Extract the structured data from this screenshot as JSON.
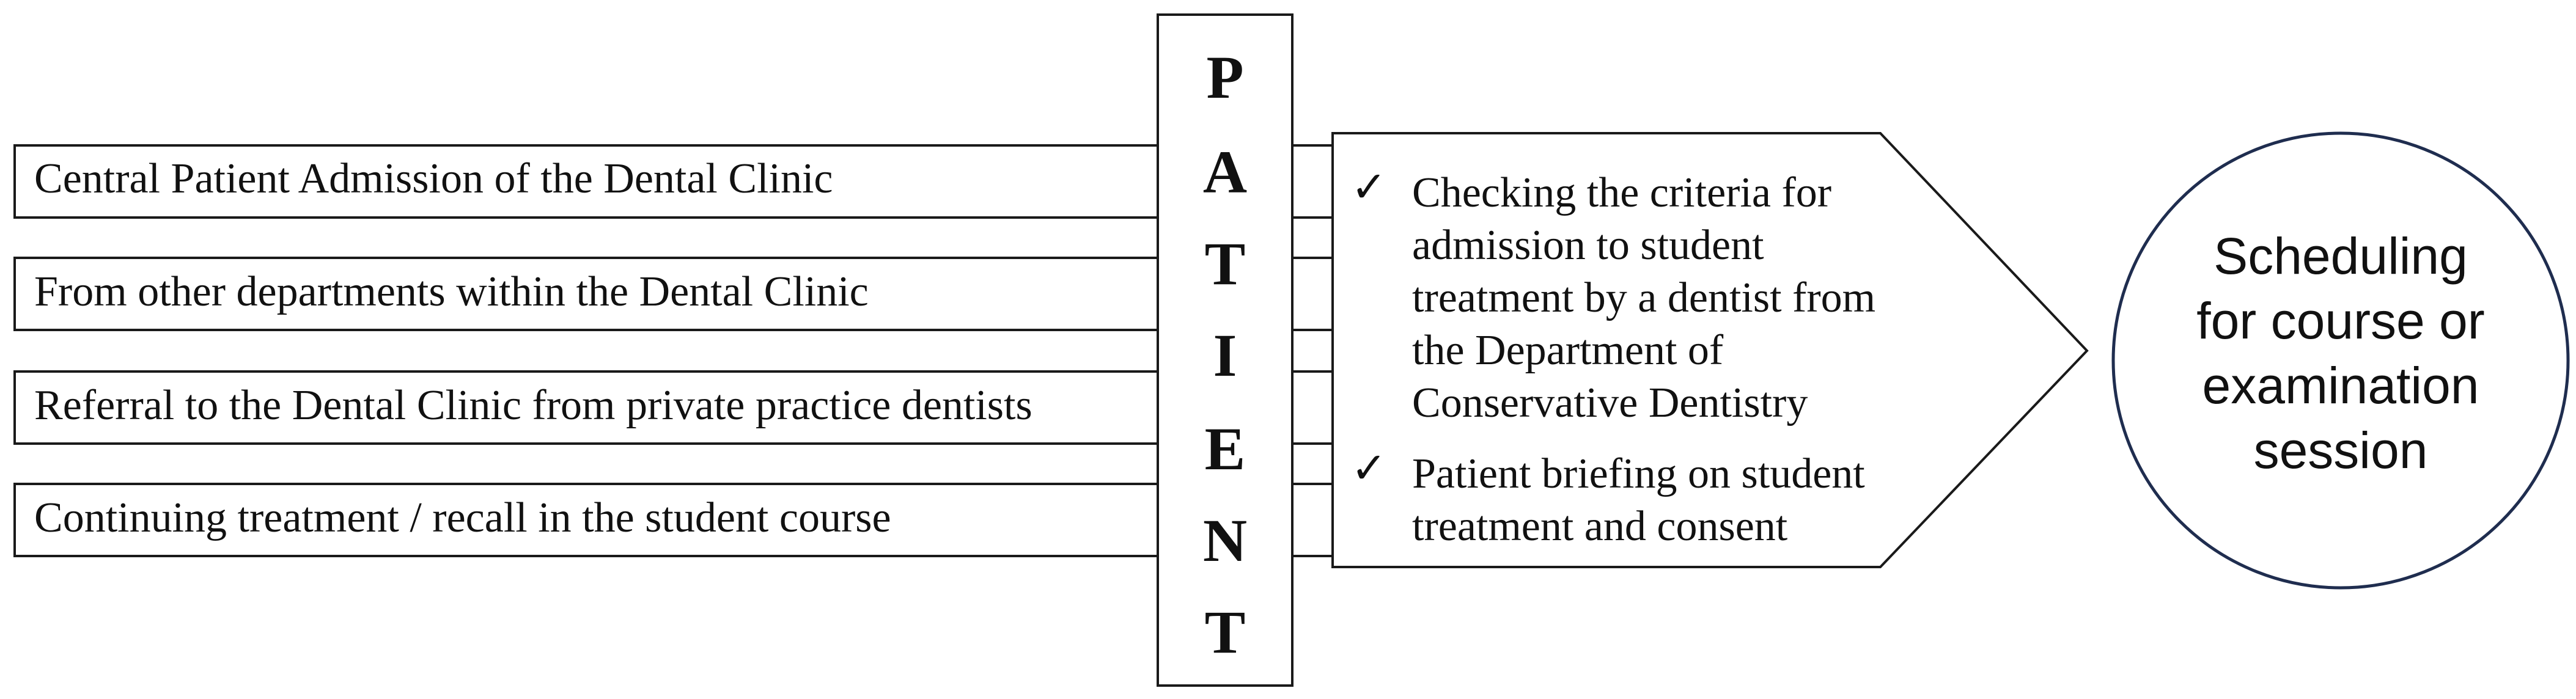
{
  "sources": [
    "Central Patient Admission of the Dental Clinic",
    "From other departments within the Dental Clinic",
    "Referral to the Dental Clinic from private practice dentists",
    "Continuing treatment / recall in the student course"
  ],
  "patient_letters": [
    "P",
    "A",
    "T",
    "I",
    "E",
    "N",
    "T"
  ],
  "checklist": {
    "check_symbol": "✓",
    "items": [
      {
        "lines": [
          "Checking the criteria for",
          "admission to student",
          "treatment by a dentist from",
          "the Department of",
          "Conservative Dentistry"
        ]
      },
      {
        "lines": [
          "Patient briefing on student",
          "treatment and consent"
        ]
      }
    ]
  },
  "outcome": {
    "lines": [
      "Scheduling",
      "for course or",
      "examination",
      "session"
    ]
  },
  "colors": {
    "line": "#1a1a1a",
    "circle_border": "#1f2d4f",
    "text": "#111111"
  }
}
